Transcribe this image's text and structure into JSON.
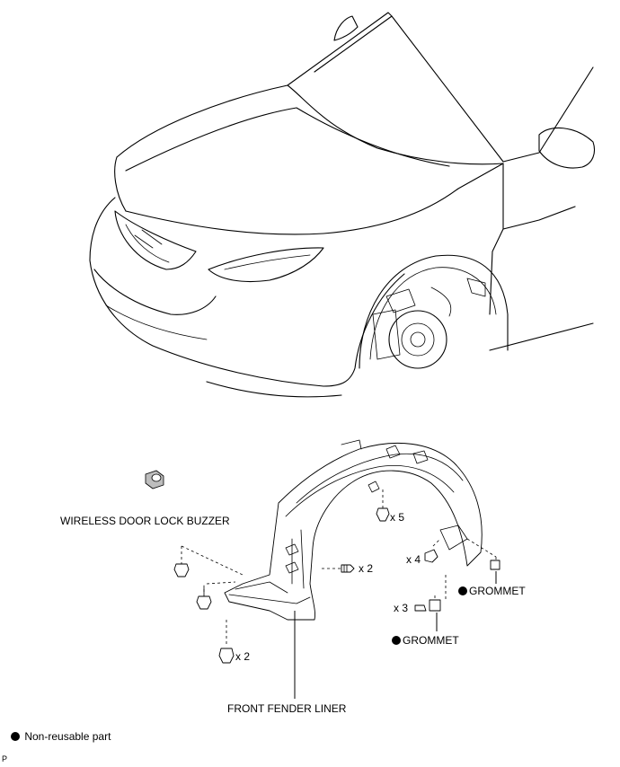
{
  "labels": {
    "buzzer": "WIRELESS DOOR LOCK BUZZER",
    "liner": "FRONT FENDER LINER",
    "grommet_1": "GROMMET",
    "grommet_2": "GROMMET",
    "qty_x5": "x 5",
    "qty_x4": "x 4",
    "qty_x3": "x 3",
    "qty_x2_mid": "x 2",
    "qty_x2_bottom": "x 2"
  },
  "legend": {
    "symbol": "filled-circle",
    "text": "Non-reusable part"
  },
  "corner_mark": "P"
}
